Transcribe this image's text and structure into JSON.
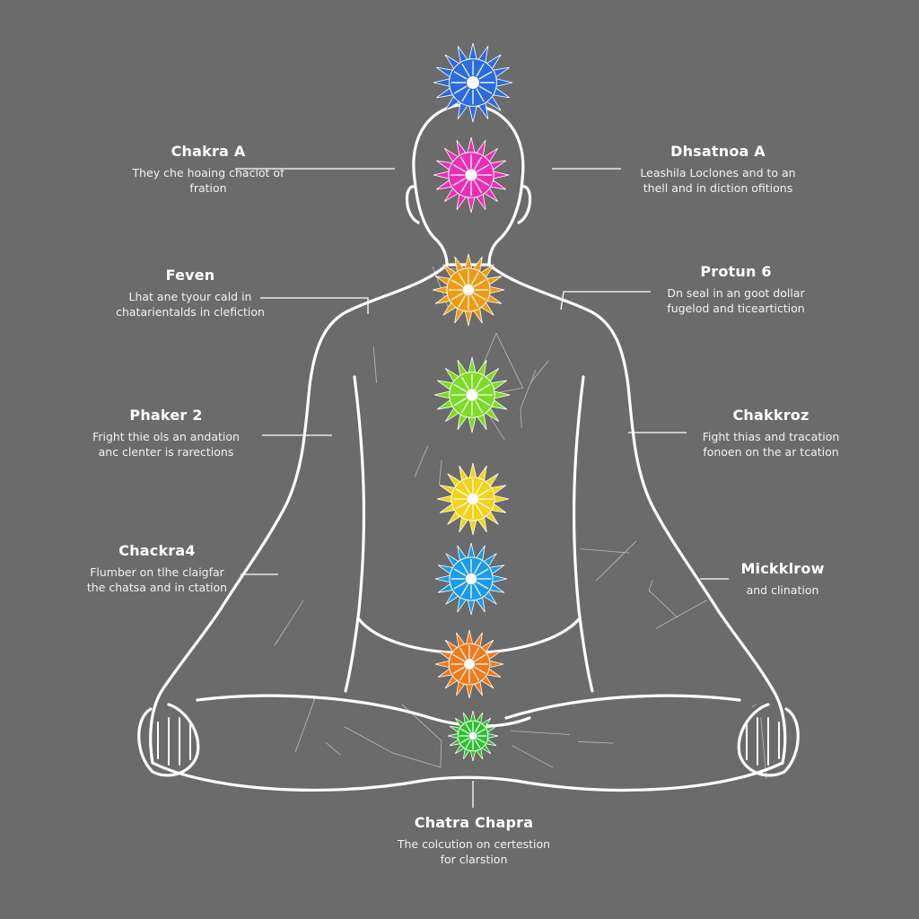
{
  "colors": {
    "background": "#6b6b6b",
    "outline": "#ffffff",
    "chakras": [
      "#2a6be0",
      "#ea2fb6",
      "#ef9b12",
      "#7cdb24",
      "#f2d31a",
      "#1c9be8",
      "#f2791a",
      "#29c22b"
    ]
  },
  "labels": {
    "left": [
      {
        "title": "Chakra A",
        "lines": [
          "They che hoaing chaclot of",
          "fration"
        ]
      },
      {
        "title": "Feven",
        "lines": [
          "Lhat ane tyour cald in",
          "chatarientalds in clefiction"
        ]
      },
      {
        "title": "Phaker 2",
        "lines": [
          "Fright thie ols an andation",
          "anc clenter is rarections"
        ]
      },
      {
        "title": "Chackra4",
        "lines": [
          "Flumber on tlhe claigfar",
          "the chatsa and in ctation"
        ]
      }
    ],
    "right": [
      {
        "title": "Dhsatnoa A",
        "lines": [
          "Leashila Loclones and to an",
          "thell and in diction ofitions"
        ]
      },
      {
        "title": "Protun 6",
        "lines": [
          "Dn seal in an goot dollar",
          "fugelod and ticeartiction"
        ]
      },
      {
        "title": "Chakkroz",
        "lines": [
          "Fight thias and tracation",
          "fonoen on the ar tcation"
        ]
      },
      {
        "title": "Mickklrow",
        "lines": [
          "and clination"
        ]
      }
    ],
    "bottom": {
      "title": "Chatra Chapra",
      "lines": [
        "The colcution on certestion",
        "for clarstion"
      ]
    }
  }
}
